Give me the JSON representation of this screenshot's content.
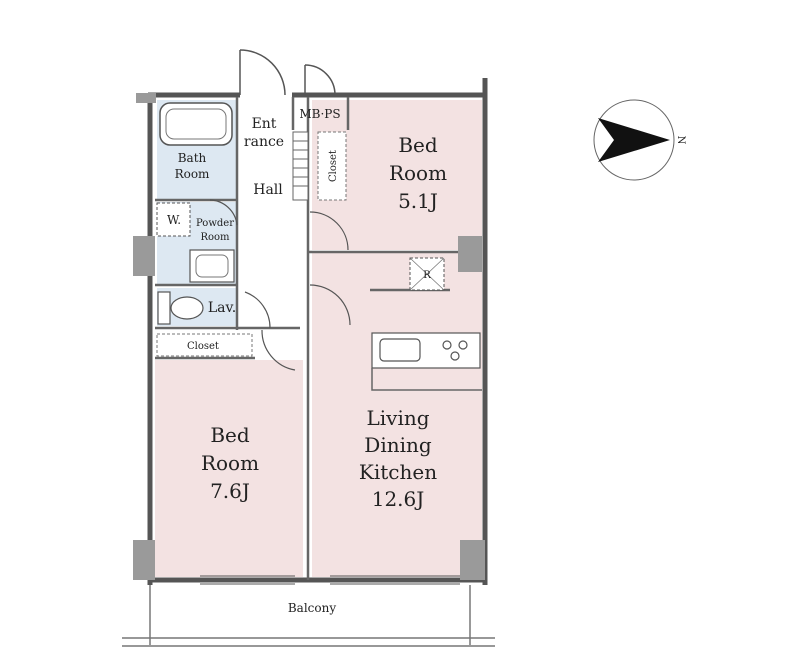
{
  "rooms": {
    "entrance": [
      "Ent",
      "rance"
    ],
    "mb_ps": "MB·PS",
    "bedroom_north": [
      "Bed",
      "Room",
      "5.1J"
    ],
    "closet_north": "Closet",
    "bath": [
      "Bath",
      "Room"
    ],
    "hall": "Hall",
    "washer": "W.",
    "powder": [
      "Powder",
      "Room"
    ],
    "fridge": "R",
    "lav": "Lav.",
    "closet_south": "Closet",
    "bedroom_south": [
      "Bed",
      "Room",
      "7.6J"
    ],
    "ldk": [
      "Living",
      "Dining",
      "Kitchen",
      "12.6J"
    ],
    "balcony": "Balcony"
  },
  "compass": {
    "label": "N"
  },
  "colors": {
    "room_fill": "#f3e2e2",
    "wet_fill": "#dde8f2",
    "wall": "#555555",
    "pillar": "#9a9a9a"
  }
}
